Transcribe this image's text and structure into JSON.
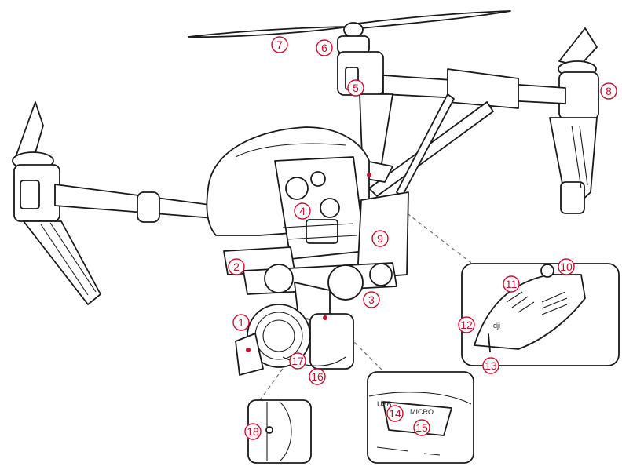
{
  "colors": {
    "callout": "#c8102e",
    "line": "#1a1a1a",
    "leader": "#777777"
  },
  "callouts": [
    {
      "id": "1",
      "label": "1"
    },
    {
      "id": "2",
      "label": "2"
    },
    {
      "id": "3",
      "label": "3"
    },
    {
      "id": "4",
      "label": "4"
    },
    {
      "id": "5",
      "label": "5"
    },
    {
      "id": "6",
      "label": "6"
    },
    {
      "id": "7",
      "label": "7"
    },
    {
      "id": "8",
      "label": "8"
    },
    {
      "id": "9",
      "label": "9"
    },
    {
      "id": "10",
      "label": "10"
    },
    {
      "id": "11",
      "label": "11"
    },
    {
      "id": "12",
      "label": "12"
    },
    {
      "id": "13",
      "label": "13"
    },
    {
      "id": "14",
      "label": "14"
    },
    {
      "id": "15",
      "label": "15"
    },
    {
      "id": "16",
      "label": "16"
    },
    {
      "id": "17",
      "label": "17"
    },
    {
      "id": "18",
      "label": "18"
    }
  ],
  "inset_slot": {
    "usb_label": "USB",
    "micro_label": "MICRO"
  },
  "battery": {
    "logo_text": "dji"
  }
}
